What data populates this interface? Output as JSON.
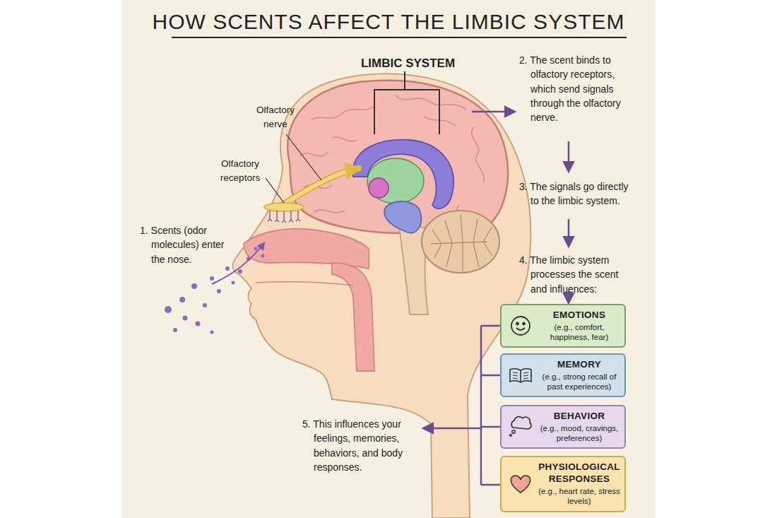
{
  "diagram": {
    "title": "HOW SCENTS AFFECT THE LIMBIC SYSTEM",
    "nodes": [
      {
        "text": [
          "EMOTIONS",
          "(e.g., comfort, happiness, fear)"
        ]
      },
      {
        "text": [
          "MEMORY",
          "(e.g., strong recall of past experiences)"
        ]
      },
      {
        "text": [
          "BEHAVIOR",
          "(e.g., mood, cravings, preferences)"
        ]
      },
      {
        "text": [
          "PHYSIOLOGICAL RESPONSES",
          "(e.g., heart rate, stress levels)"
        ]
      }
    ],
    "labels": [
      "LIMBIC SYSTEM",
      "Olfactory nerve",
      "Olfactory receptors",
      "1. Scents (odor molecules) enter the nose.",
      "2. The scent binds to olfactory receptors, which send signals through the olfactory nerve.",
      "3. The signals go directly to the limbic system.",
      "4. The limbic system processes the scent and influences:",
      "5. This influences your feelings, memories, behaviors, and body responses."
    ]
  }
}
